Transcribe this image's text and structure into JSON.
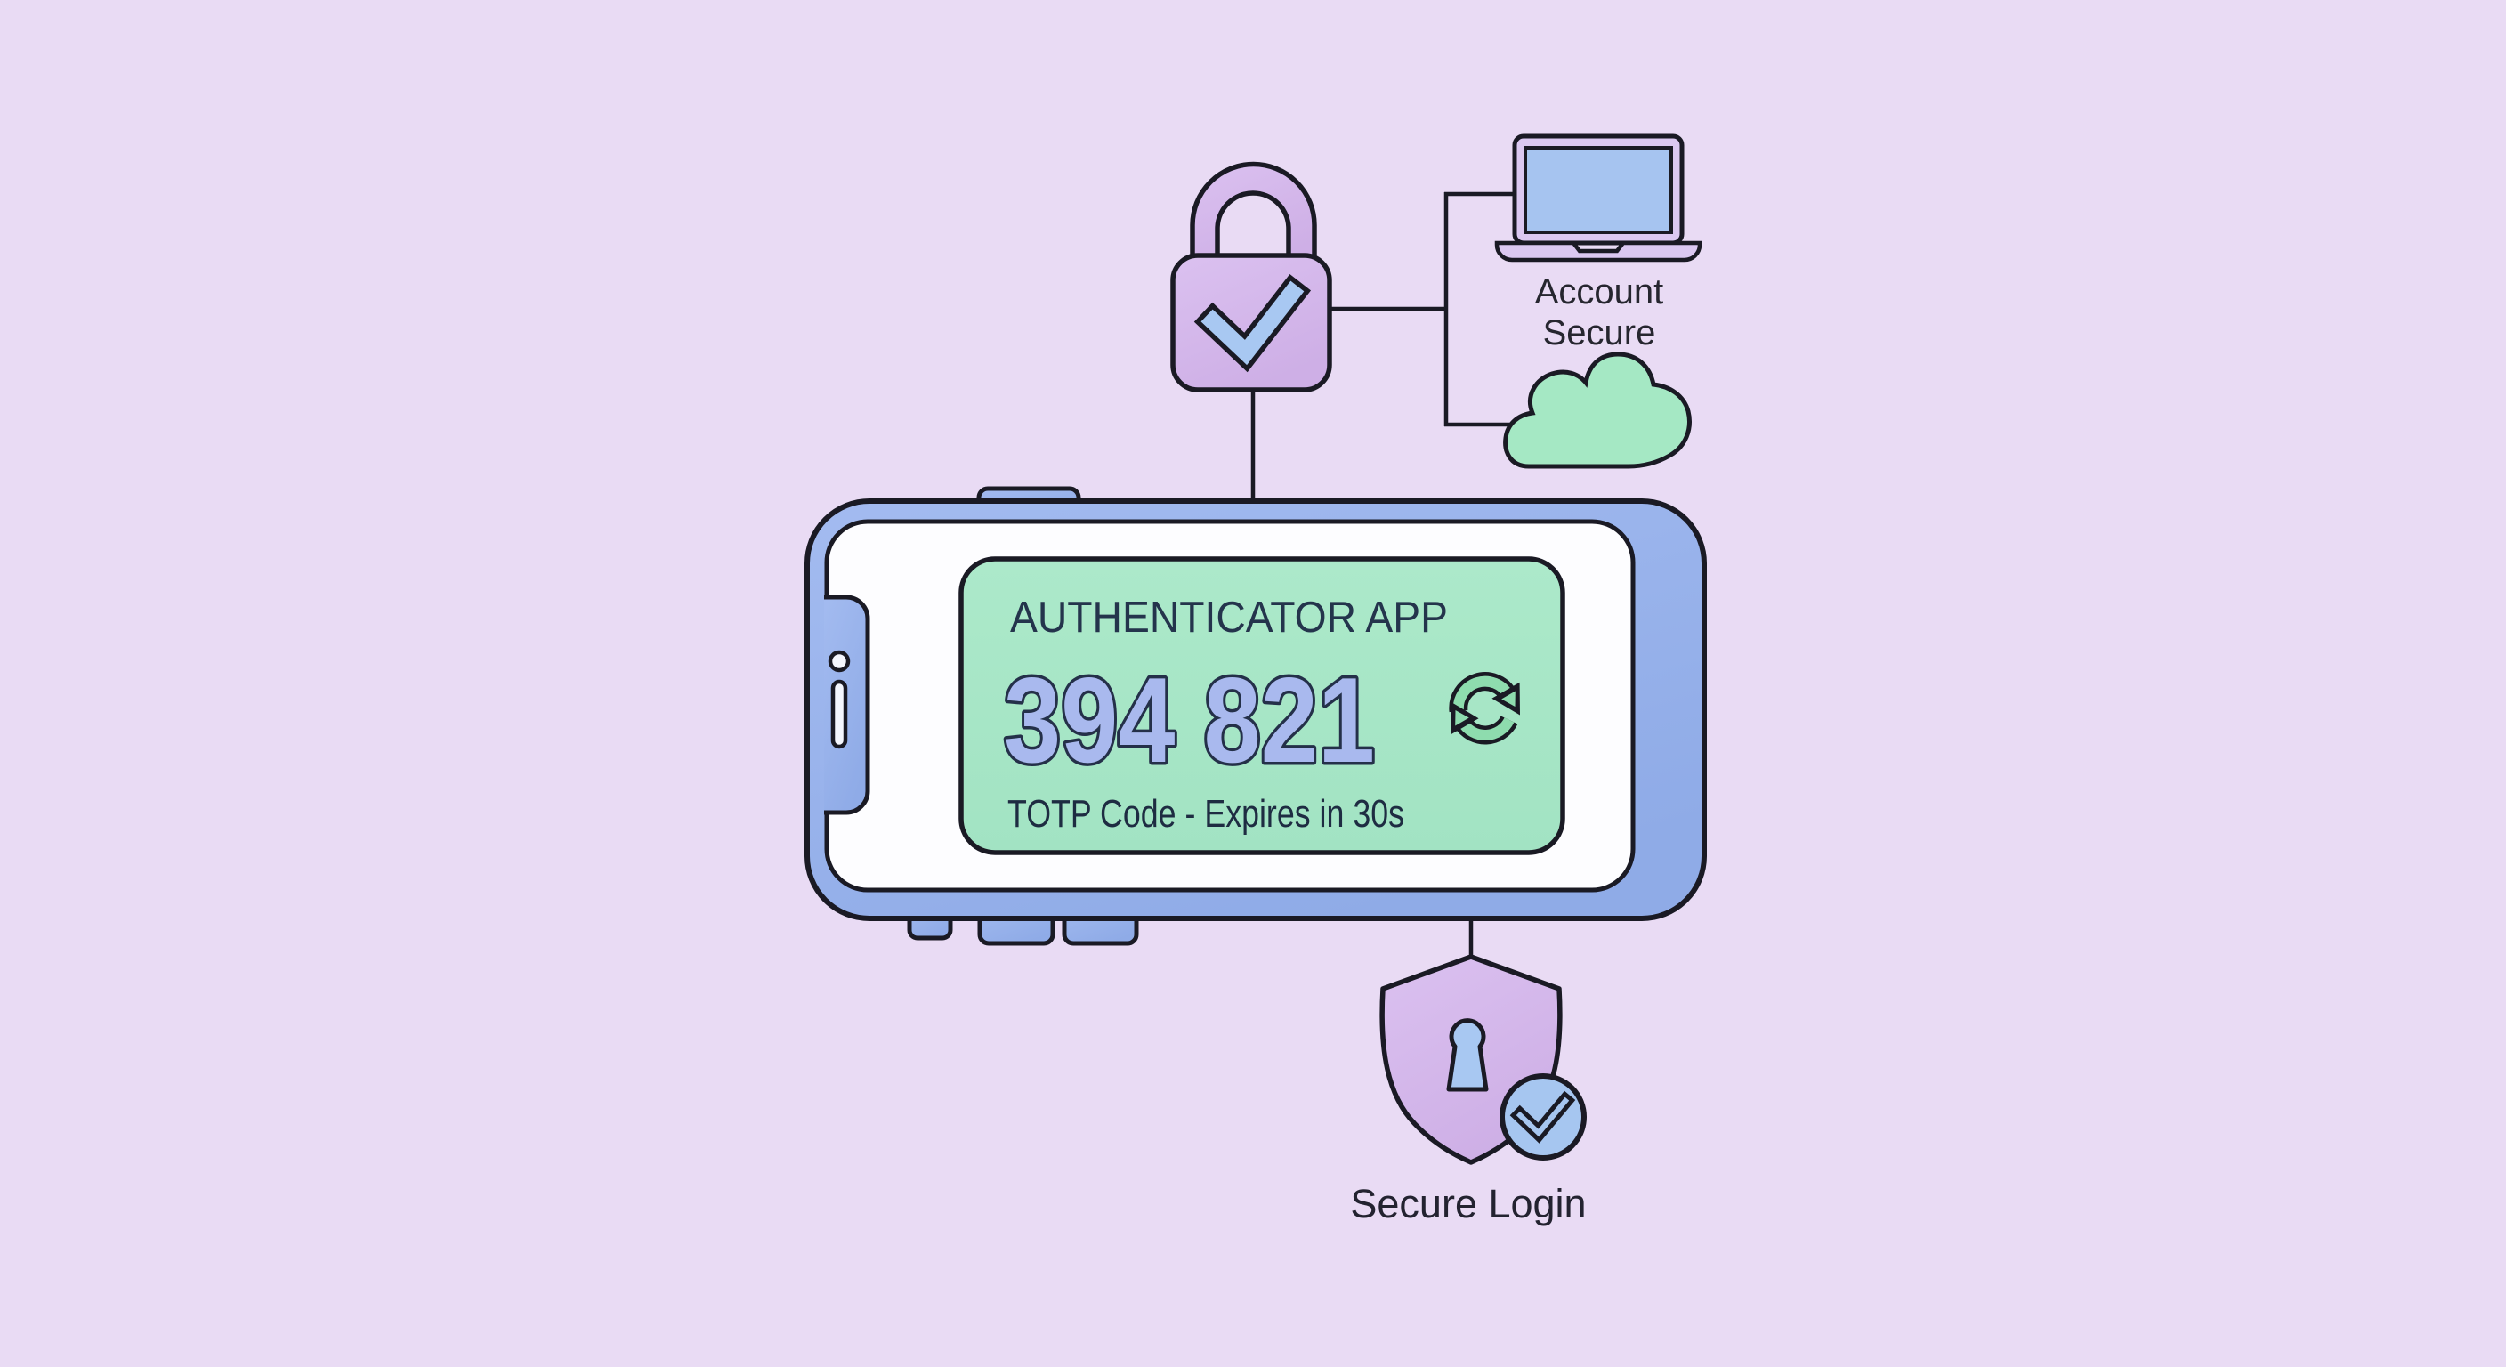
{
  "illustration": {
    "phone": {
      "app": {
        "title": "AUTHENTICATOR APP",
        "code": "394 821",
        "caption": "TOTP Code - Expires in 30s"
      }
    },
    "laptop": {
      "label_line1": "Account",
      "label_line2": "Secure"
    },
    "shield": {
      "label": "Secure Login"
    },
    "colors": {
      "background": "#e9dbf4",
      "outline": "#1a1a24",
      "phone_body_blue": "#97b2ec",
      "phone_screen_white": "#fdfdff",
      "panel_green": "#a8e6c6",
      "code_fill_blue": "#a9b9ee",
      "code_outline_navy": "#243049",
      "title_text_navy": "#24344c",
      "caption_text_navy": "#1e2c42",
      "label_text_dark": "#26262f",
      "lock_purple": "#d4b7ea",
      "shield_purple": "#d4b3ea",
      "check_blue": "#a8c8f2",
      "cloud_green": "#a5e8c4",
      "laptop_frame_purple": "#dbc8f1",
      "laptop_screen_blue": "#a6c4f0",
      "refresh_green": "#8edcae",
      "badge_blue": "#a6c6f0"
    },
    "icons": {
      "lock": "padlock-with-checkmark",
      "laptop": "laptop-computer",
      "cloud": "cloud",
      "refresh": "circular-refresh-arrows",
      "shield": "shield-with-keyhole",
      "badge": "verified-check-badge",
      "camera": "front-camera-dot",
      "speaker": "speaker-grille-pill"
    }
  }
}
